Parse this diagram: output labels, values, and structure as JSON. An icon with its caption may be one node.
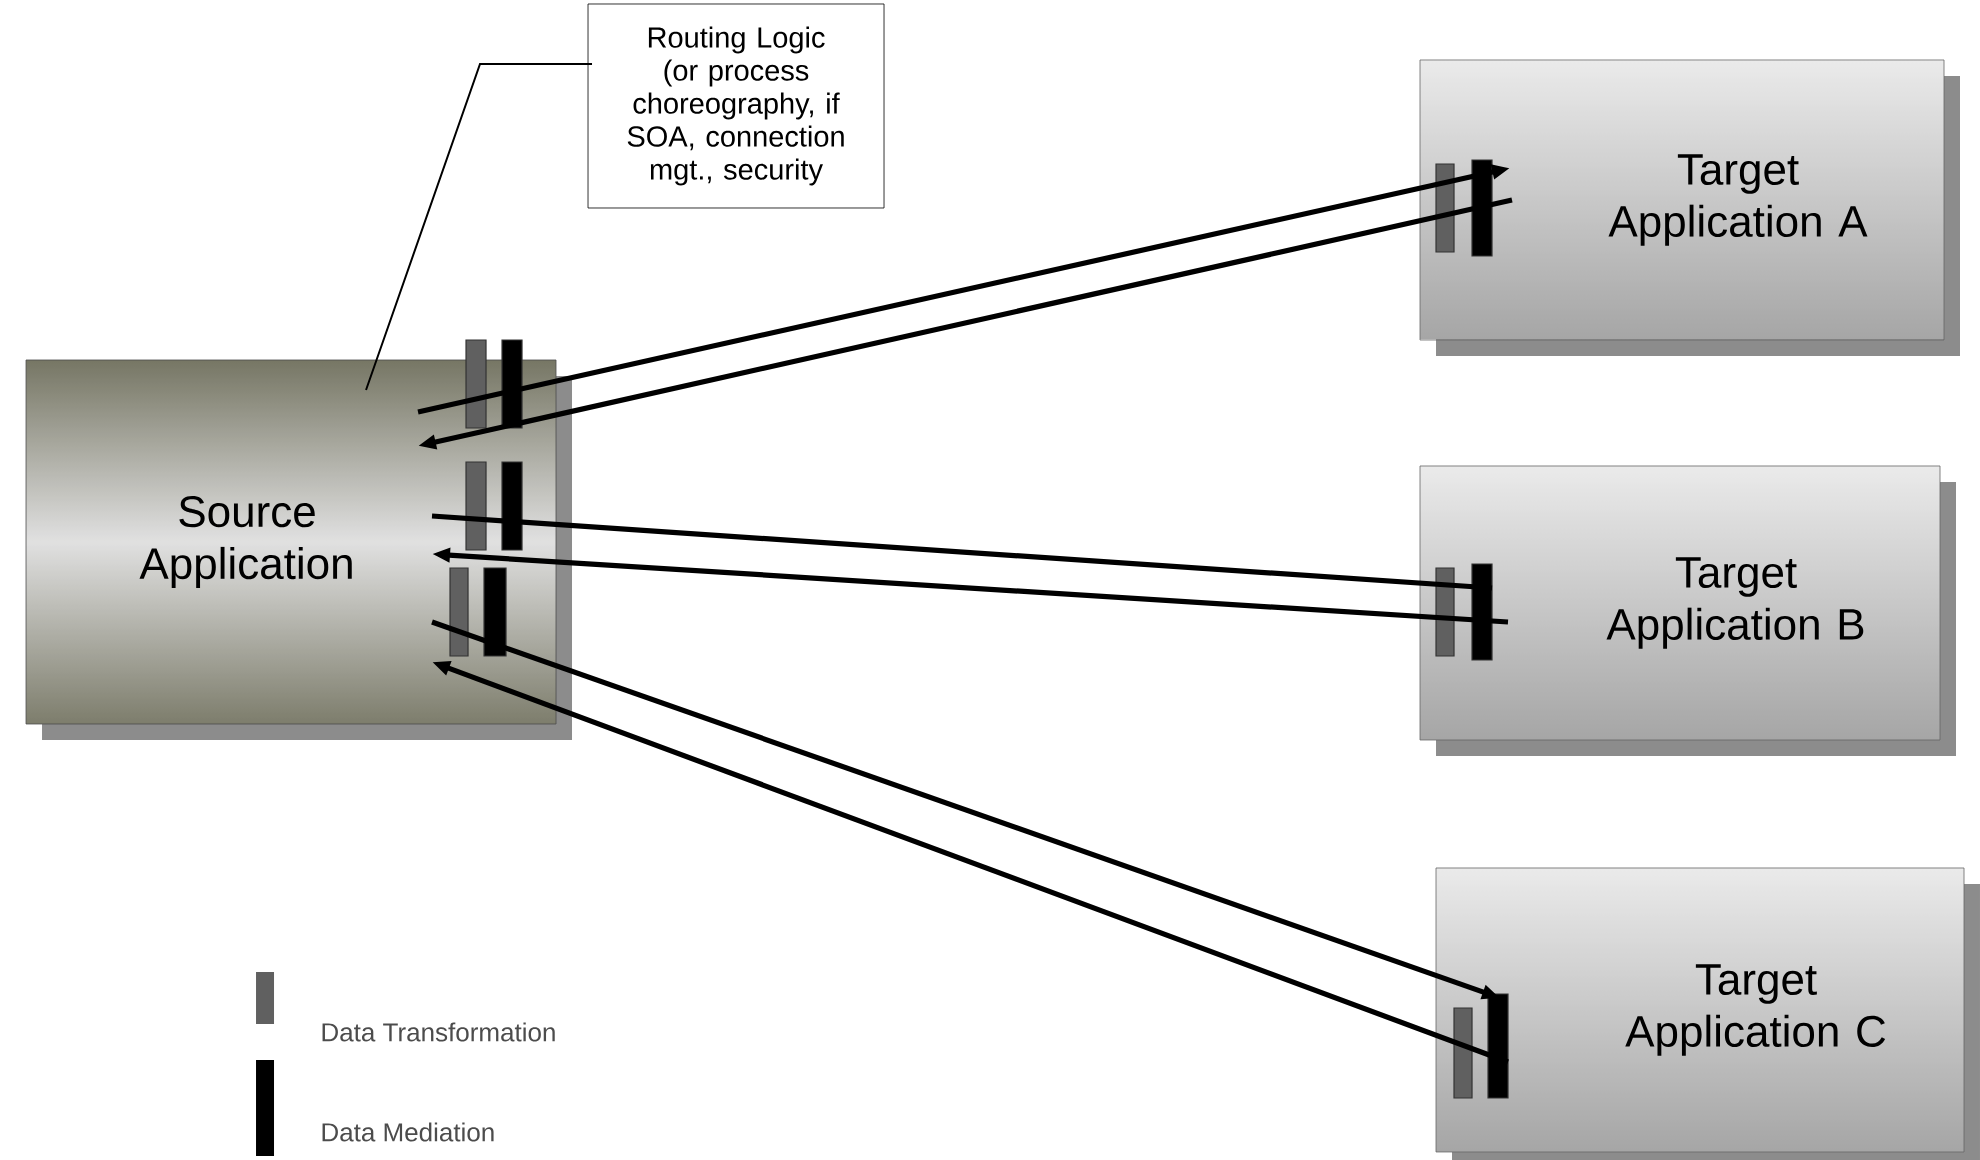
{
  "diagram": {
    "nodes": [
      {
        "text": [
          "Source Application"
        ]
      },
      {
        "text": [
          "Routing Logic (or process choreography, if SOA, connection mgt., security"
        ]
      },
      {
        "text": [
          "Target Application A"
        ]
      },
      {
        "text": [
          "Target Application B"
        ]
      },
      {
        "text": [
          "Target Application C"
        ]
      }
    ],
    "edges": [
      {
        "from": 0,
        "to": 2,
        "arrow": "to"
      },
      {
        "from": 2,
        "to": 0,
        "arrow": "to"
      },
      {
        "from": 0,
        "to": 3,
        "arrow": "none"
      },
      {
        "from": 3,
        "to": 0,
        "arrow": "to"
      },
      {
        "from": 0,
        "to": 4,
        "arrow": "to"
      },
      {
        "from": 4,
        "to": 0,
        "arrow": "to"
      },
      {
        "from": 1,
        "to": 0,
        "arrow": "none"
      }
    ],
    "legend": [
      {
        "text": "Data Transformation",
        "color": "#606060"
      },
      {
        "text": "Data Mediation",
        "color": "#000000"
      }
    ]
  }
}
